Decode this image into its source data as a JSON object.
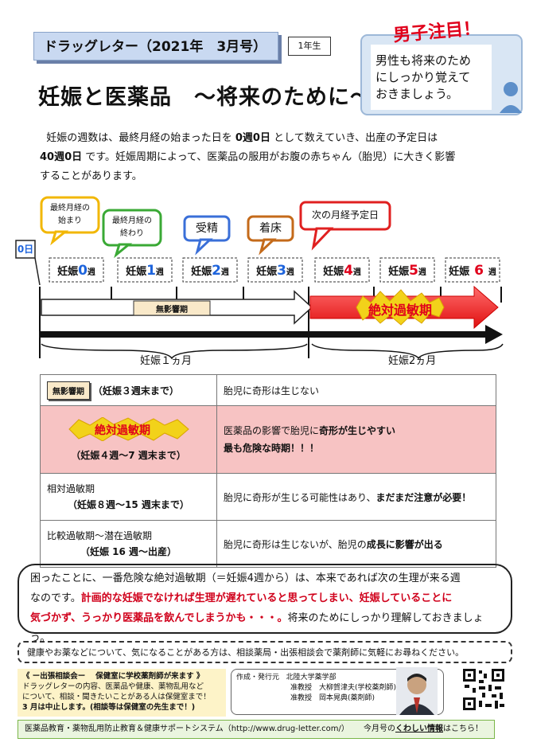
{
  "header": {
    "title": "ドラッグレター（2021年　3月号）",
    "grade": "1年生"
  },
  "page_title": "妊娠と医薬品　～将来のために～",
  "male_note": {
    "headline": "男子注目！",
    "body_line1": "男性も将来のため",
    "body_line2": "にしっかり覚えて",
    "body_line3": "おきましょう。"
  },
  "intro": {
    "line1_a": "妊娠の週数は、最終月経の始まった日を ",
    "line1_b": "0週0日",
    "line1_c": " として数えていき、出産の予定日は",
    "line2_a": "40週0日",
    "line2_b": " です。妊娠周期によって、医薬品の服用がお腹の赤ちゃん（胎児）に大きく影響",
    "line3": "することがあります。"
  },
  "timeline": {
    "day0": "0日",
    "bubbles": [
      {
        "line1": "最終月経の",
        "line2": "始まり",
        "color": "#f2b705"
      },
      {
        "line1": "最終月経の",
        "line2": "終わり",
        "color": "#3aa935"
      },
      {
        "line1": "受精",
        "line2": "",
        "color": "#3a6fd8"
      },
      {
        "line1": "着床",
        "line2": "",
        "color": "#c46a1a"
      },
      {
        "line1": "次の月経予定日",
        "line2": "",
        "color": "#e02020"
      }
    ],
    "weeks": [
      {
        "pre": "妊娠",
        "num": "0",
        "post": "週",
        "color": "#1e64dc"
      },
      {
        "pre": "妊娠",
        "num": "1",
        "post": "週",
        "color": "#1e64dc"
      },
      {
        "pre": "妊娠",
        "num": "2",
        "post": "週",
        "color": "#1e64dc"
      },
      {
        "pre": "妊娠",
        "num": "3",
        "post": "週",
        "color": "#1e64dc"
      },
      {
        "pre": "妊娠",
        "num": "4",
        "post": "週",
        "color": "#e0001b"
      },
      {
        "pre": "妊娠",
        "num": "5",
        "post": "週",
        "color": "#e0001b"
      },
      {
        "pre": "妊娠",
        "num": " 6 ",
        "post": "週",
        "color": "#e0001b"
      }
    ],
    "no_effect_label": "無影響期",
    "critical_label": "絶対過敏期",
    "month1": "妊娠１ヵ月",
    "month2": "妊娠2ヵ月"
  },
  "table": {
    "r1": {
      "tag": "無影響期",
      "left": "（妊娠３週末まで）",
      "right": "胎児に奇形は生じない"
    },
    "r2": {
      "tag": "絶対過敏期",
      "left": "（妊娠４週～7 週末まで）",
      "right_a": "医薬品の影響で胎児に",
      "right_b": "奇形が生じやすい",
      "right_c": "最も危険な時期！！！"
    },
    "r3": {
      "left1": "相対過敏期",
      "left2": "（妊娠８週～15 週末まで）",
      "right_a": "胎児に奇形が生じる可能性はあり、",
      "right_b": "まだまだ注意が必要！"
    },
    "r4": {
      "left1": "比較過敏期～潜在過敏期",
      "left2": "（妊娠 16 週～出産）",
      "right_a": "胎児に奇形は生じないが、胎児の",
      "right_b": "成長に影響が出る"
    }
  },
  "warning": {
    "line1": "困ったことに、一番危険な絶対過敏期（＝妊娠4週から）は、本来であれば次の生理が来る週",
    "line2_a": "なのです。",
    "line2_b": "計画的な妊娠でなければ生理が遅れていると思ってしまい、妊娠していることに",
    "line3_a": "気づかず、うっかり医薬品を飲んでしまうかも・・・。",
    "line3_b": "将来のためにしっかり理解しておきましょう。"
  },
  "consult_line": "健康やお薬などについて、気になることがある方は、相談薬局・出張相談会で薬剤師に気軽にお尋ねください。",
  "consult_box": {
    "title": "《 ー出張相談会ー　 保健室に学校薬剤師が来ます 》",
    "l1": "ドラッグレターの内容、医薬品や健康、薬物乱用など",
    "l2": "について、相談・聞きたいことがある人は保健室まで！",
    "l3": "3 月は中止します。(相談等は保健室の先生まで！)"
  },
  "author": {
    "label": "作成・発行元",
    "org": "北陸大学薬学部",
    "p1": "准教授　大柳賀津夫(学校薬剤師)",
    "p2": "准教授　岡本晃典(薬剤師)"
  },
  "footer": {
    "left": "医薬品教育・薬物乱用防止教育＆健康サポートシステム（http://www.drug-letter.com/）",
    "right_a": "今月号の",
    "right_b": "くわしい情報",
    "right_c": "はこちら！"
  }
}
